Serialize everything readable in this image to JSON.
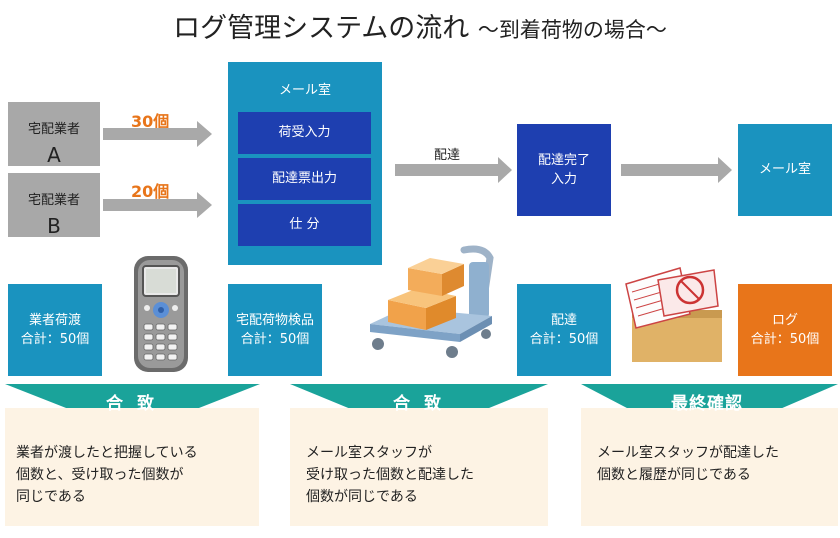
{
  "title": {
    "main": "ログ管理システムの流れ",
    "sub": "〜到着荷物の場合〜"
  },
  "carriers": [
    {
      "line1": "宅配業者",
      "line2": "A",
      "count": "30個"
    },
    {
      "line1": "宅配業者",
      "line2": "B",
      "count": "20個"
    }
  ],
  "mailroom": {
    "title": "メール室",
    "steps": [
      "荷受入力",
      "配達票出力",
      "仕 分"
    ]
  },
  "delivery_label": "配達",
  "complete_box": {
    "line1": "配達完了",
    "line2": "入力"
  },
  "destination": "メール室",
  "row2": [
    {
      "line1": "業者荷渡",
      "line2": "合計：50個"
    },
    {
      "line1": "宅配荷物検品",
      "line2": "合計：50個"
    },
    {
      "line1": "配達",
      "line2": "合計：50個"
    },
    {
      "line1": "ログ",
      "line2": "合計：50個"
    }
  ],
  "checks": [
    {
      "label": "合 致",
      "text": [
        "業者が渡したと把握している",
        "個数と、受け取った個数が",
        "同じである"
      ]
    },
    {
      "label": "合 致",
      "text": [
        "メール室スタッフが",
        "受け取った個数と配達した",
        "個数が同じである"
      ]
    },
    {
      "label": "最終確認",
      "text": [
        "メール室スタッフが配達した",
        "個数と履歴が同じである"
      ]
    }
  ],
  "colors": {
    "teal": "#1a93bf",
    "navy": "#1e3fb0",
    "orange": "#e8751a",
    "gray": "#a8a8a8",
    "band": "#1aa39a",
    "panel": "#fdf3e4"
  }
}
